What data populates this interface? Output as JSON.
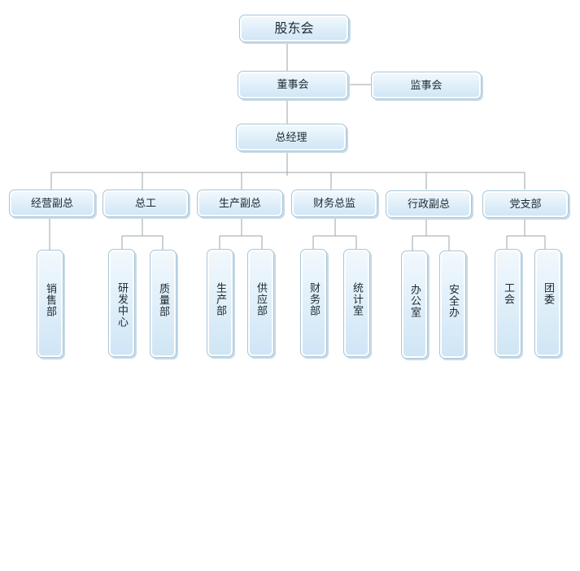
{
  "colors": {
    "line": "#9aa4aa",
    "box_border": "#a9c5d8",
    "box_fill_top": "#f3f9fd",
    "box_fill_bottom": "#cfe5f5",
    "text": "#1d2a33"
  },
  "nodes": {
    "shareholders": "股东会",
    "board": "董事会",
    "supervisors": "监事会",
    "general_manager": "总经理",
    "vp_operations": "经营副总",
    "chief_engineer": "总工",
    "vp_production": "生产副总",
    "finance_director": "财务总监",
    "vp_admin": "行政副总",
    "party_branch": "党支部",
    "sales": "销售部",
    "rnd": "研发中心",
    "quality": "质量部",
    "production": "生产部",
    "supply": "供应部",
    "finance": "财务部",
    "statistics": "统计室",
    "office": "办公室",
    "safety": "安全办",
    "union": "工会",
    "youth_league": "团委"
  }
}
